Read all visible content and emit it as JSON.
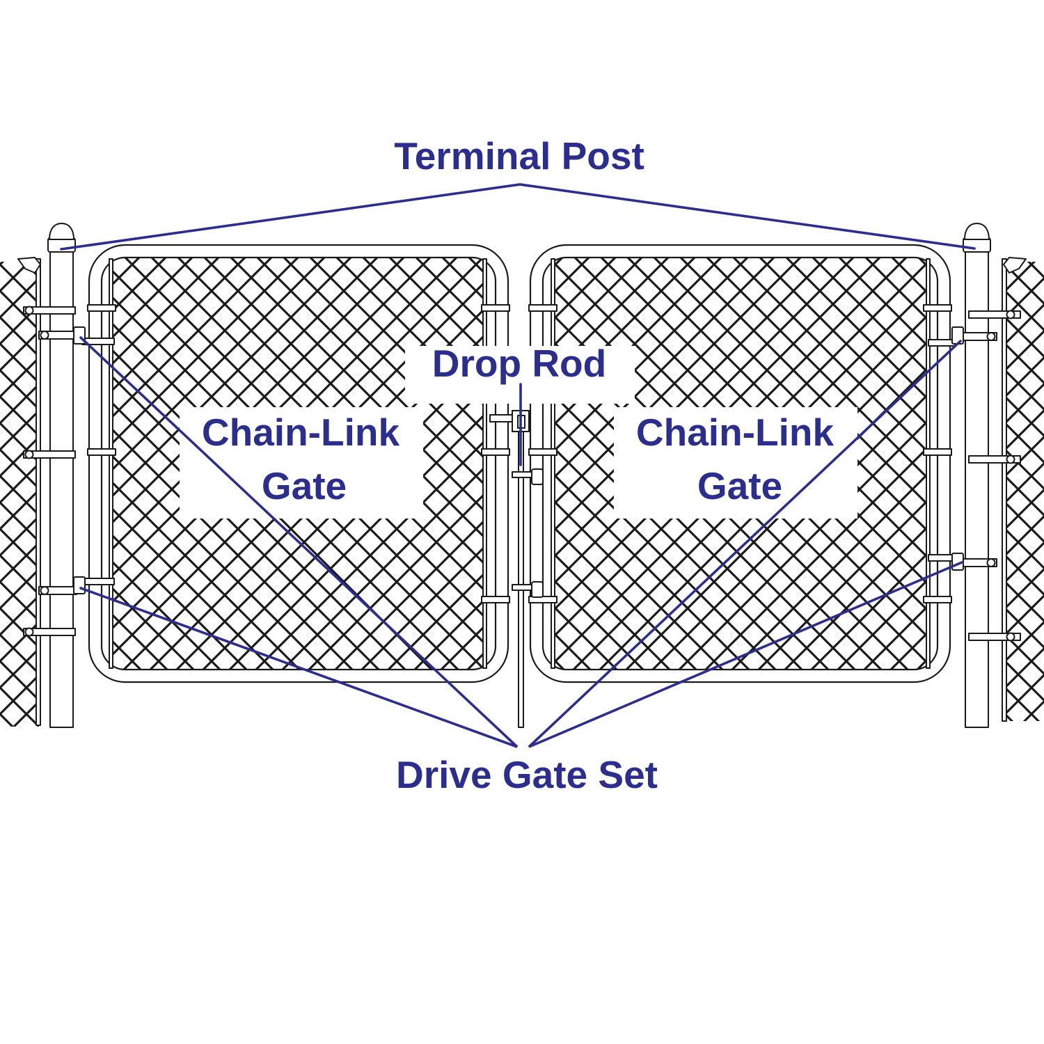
{
  "labels": {
    "terminal_post": "Terminal Post",
    "drop_rod": "Drop Rod",
    "left_gate": {
      "line1": "Chain-Link",
      "line2": "Gate"
    },
    "right_gate": {
      "line1": "Chain-Link",
      "line2": "Gate"
    },
    "drive_gate_set": "Drive Gate Set"
  },
  "colors": {
    "label": "#2b2e8e",
    "line_art": "#1a1a1a",
    "background": "#ffffff"
  }
}
